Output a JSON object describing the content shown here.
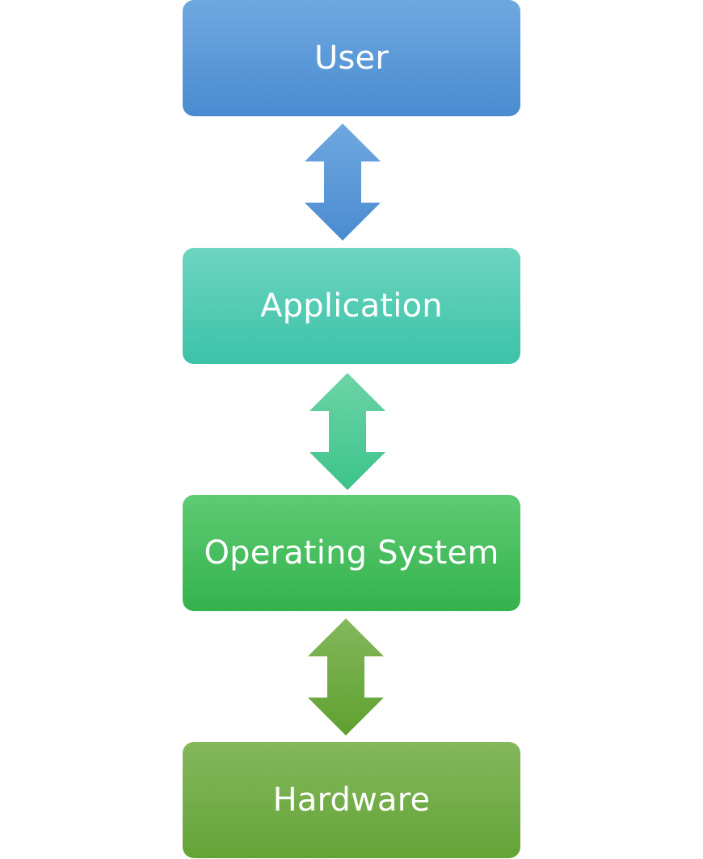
{
  "layers": [
    {
      "label": "User",
      "color_top": "#6fa8e0",
      "color_bottom": "#4a8bd0"
    },
    {
      "label": "Application",
      "color_top": "#6dd4c0",
      "color_bottom": "#3cc3a8"
    },
    {
      "label": "Operating System",
      "color_top": "#5ecb72",
      "color_bottom": "#34b24e"
    },
    {
      "label": "Hardware",
      "color_top": "#84b85c",
      "color_bottom": "#64a338"
    }
  ],
  "connectors": [
    {
      "type": "bidirectional",
      "color_top": "#6fa8e0",
      "color_bottom": "#4a8bd0"
    },
    {
      "type": "bidirectional",
      "color_top": "#6dd4a8",
      "color_bottom": "#3cc38a"
    },
    {
      "type": "bidirectional",
      "color_top": "#84b85c",
      "color_bottom": "#5fa030"
    }
  ]
}
